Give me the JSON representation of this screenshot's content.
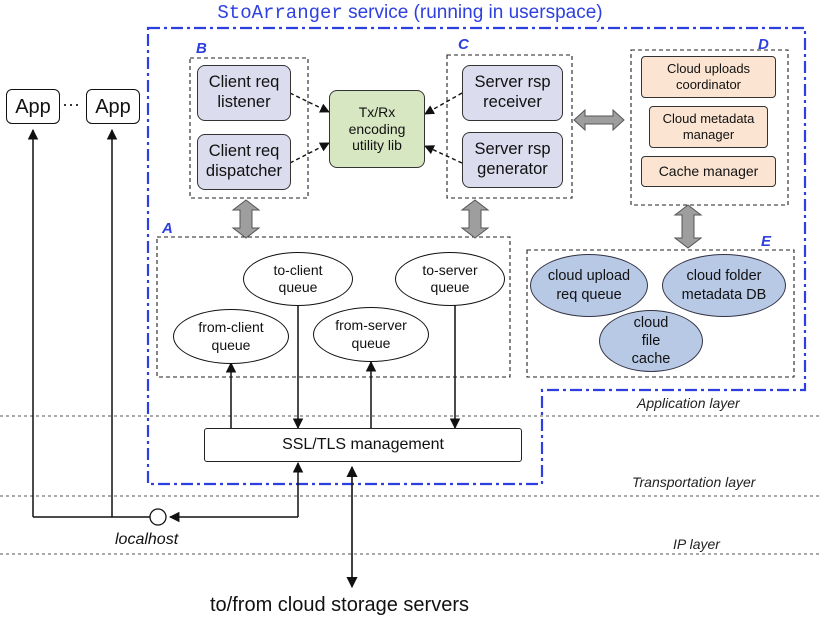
{
  "title": {
    "mono": "StoArranger",
    "rest": " service (running in userspace)"
  },
  "apps": {
    "app1": "App",
    "ellipsis": "···",
    "app2": "App"
  },
  "sections": {
    "a": "A",
    "b": "B",
    "c": "C",
    "d": "D",
    "e": "E"
  },
  "b_boxes": {
    "listener": "Client req listener",
    "dispatcher": "Client req dispatcher"
  },
  "encoding_lib": "Tx/Rx encoding utility lib",
  "c_boxes": {
    "receiver": "Server rsp receiver",
    "generator": "Server rsp generator"
  },
  "d_boxes": {
    "uploads": "Cloud uploads coordinator",
    "metadata": "Cloud metadata manager",
    "cache": "Cache manager"
  },
  "queues": {
    "to_client": "to-client queue",
    "to_server": "to-server queue",
    "from_client": "from-client queue",
    "from_server": "from-server queue"
  },
  "e_items": {
    "upload_queue": "cloud upload req queue",
    "folder_db": "cloud folder metadata DB",
    "file_cache": "cloud file cache"
  },
  "ssl": "SSL/TLS management",
  "layers": {
    "application": "Application layer",
    "transportation": "Transportation layer",
    "ip": "IP layer"
  },
  "localhost": "localhost",
  "cloud_servers": "to/from cloud storage servers",
  "colors": {
    "accent_blue": "#2d3fe0",
    "client_box": "#dcdcef",
    "lib_box": "#d6e7c1",
    "d_box": "#fbe5d2",
    "e_ellipse": "#b8c9e6"
  }
}
